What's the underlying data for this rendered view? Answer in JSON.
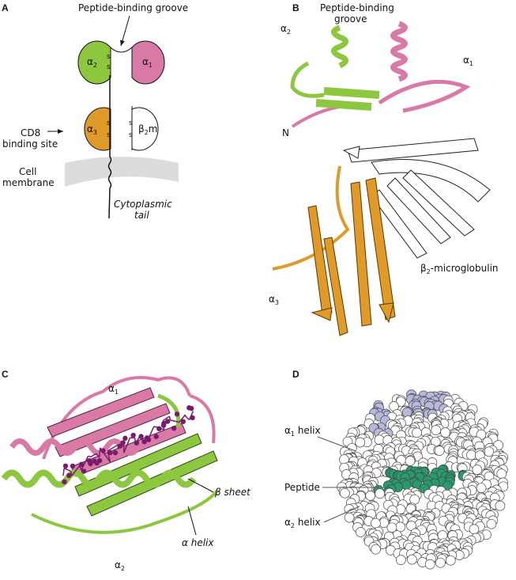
{
  "colors": {
    "alpha1": "#d97aa6",
    "alpha2": "#8dc63f",
    "alpha3": "#e09a2a",
    "beta2m": "#ffffff",
    "membrane": "#dcdcdc",
    "peptide_sticks": "#7a1a6e",
    "peptide_atoms": "#2a9a6e",
    "surface_highlight": "#b8b8dc"
  },
  "panels": {
    "a": {
      "letter": "A",
      "groove_label": "Peptide-binding groove",
      "alpha2": {
        "symbol": "α",
        "sub": "2"
      },
      "alpha1": {
        "symbol": "α",
        "sub": "1"
      },
      "alpha3": {
        "symbol": "α",
        "sub": "3"
      },
      "beta2m": {
        "symbol": "β",
        "sub": "2",
        "tail": "m"
      },
      "disulfide": "s",
      "cd8_line1": "CD8",
      "cd8_line2": "binding site",
      "membrane_line1": "Cell",
      "membrane_line2": "membrane",
      "tail_line1": "Cytoplasmic",
      "tail_line2": "tail"
    },
    "b": {
      "letter": "B",
      "groove_line1": "Peptide-binding",
      "groove_line2": "groove",
      "alpha2": {
        "symbol": "α",
        "sub": "2"
      },
      "alpha1": {
        "symbol": "α",
        "sub": "1"
      },
      "alpha3": {
        "symbol": "α",
        "sub": "3"
      },
      "n_terminus": "N",
      "beta2m": {
        "symbol": "β",
        "sub": "2",
        "tail": "-microglobulin"
      }
    },
    "c": {
      "letter": "C",
      "alpha1": {
        "symbol": "α",
        "sub": "1"
      },
      "alpha2": {
        "symbol": "α",
        "sub": "2"
      },
      "beta_sheet": "β sheet",
      "alpha_helix": "α helix"
    },
    "d": {
      "letter": "D",
      "alpha1_helix": {
        "symbol": "α",
        "sub": "1",
        "tail": " helix"
      },
      "peptide": "Peptide",
      "alpha2_helix": {
        "symbol": "α",
        "sub": "2",
        "tail": " helix"
      }
    }
  }
}
